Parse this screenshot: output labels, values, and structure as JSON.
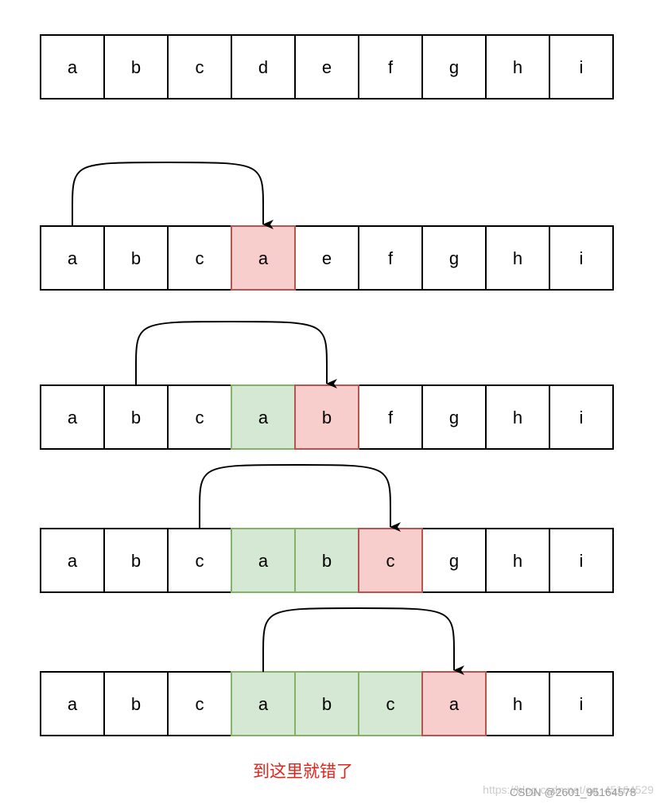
{
  "rows": [
    {
      "cells": [
        {
          "text": "a",
          "state": "normal"
        },
        {
          "text": "b",
          "state": "normal"
        },
        {
          "text": "c",
          "state": "normal"
        },
        {
          "text": "d",
          "state": "normal"
        },
        {
          "text": "e",
          "state": "normal"
        },
        {
          "text": "f",
          "state": "normal"
        },
        {
          "text": "g",
          "state": "normal"
        },
        {
          "text": "h",
          "state": "normal"
        },
        {
          "text": "i",
          "state": "normal"
        }
      ],
      "arrow": null
    },
    {
      "cells": [
        {
          "text": "a",
          "state": "normal"
        },
        {
          "text": "b",
          "state": "normal"
        },
        {
          "text": "c",
          "state": "normal"
        },
        {
          "text": "a",
          "state": "current"
        },
        {
          "text": "e",
          "state": "normal"
        },
        {
          "text": "f",
          "state": "normal"
        },
        {
          "text": "g",
          "state": "normal"
        },
        {
          "text": "h",
          "state": "normal"
        },
        {
          "text": "i",
          "state": "normal"
        }
      ],
      "arrow": {
        "from": 0,
        "to": 3
      }
    },
    {
      "cells": [
        {
          "text": "a",
          "state": "normal"
        },
        {
          "text": "b",
          "state": "normal"
        },
        {
          "text": "c",
          "state": "normal"
        },
        {
          "text": "a",
          "state": "copied"
        },
        {
          "text": "b",
          "state": "current"
        },
        {
          "text": "f",
          "state": "normal"
        },
        {
          "text": "g",
          "state": "normal"
        },
        {
          "text": "h",
          "state": "normal"
        },
        {
          "text": "i",
          "state": "normal"
        }
      ],
      "arrow": {
        "from": 1,
        "to": 4
      }
    },
    {
      "cells": [
        {
          "text": "a",
          "state": "normal"
        },
        {
          "text": "b",
          "state": "normal"
        },
        {
          "text": "c",
          "state": "normal"
        },
        {
          "text": "a",
          "state": "copied"
        },
        {
          "text": "b",
          "state": "copied"
        },
        {
          "text": "c",
          "state": "current"
        },
        {
          "text": "g",
          "state": "normal"
        },
        {
          "text": "h",
          "state": "normal"
        },
        {
          "text": "i",
          "state": "normal"
        }
      ],
      "arrow": {
        "from": 2,
        "to": 5
      }
    },
    {
      "cells": [
        {
          "text": "a",
          "state": "normal"
        },
        {
          "text": "b",
          "state": "normal"
        },
        {
          "text": "c",
          "state": "normal"
        },
        {
          "text": "a",
          "state": "copied"
        },
        {
          "text": "b",
          "state": "copied"
        },
        {
          "text": "c",
          "state": "copied"
        },
        {
          "text": "a",
          "state": "current"
        },
        {
          "text": "h",
          "state": "normal"
        },
        {
          "text": "i",
          "state": "normal"
        }
      ],
      "arrow": {
        "from": 3,
        "to": 6
      }
    }
  ],
  "caption": "到这里就错了",
  "watermark_back": "https://blog.csdn.net/qq_45164529",
  "watermark_front": "CSDN @2601_95164578",
  "colors": {
    "normal_fill": "#ffffff",
    "normal_stroke": "#000000",
    "current_fill": "#f8cecc",
    "current_stroke": "#b85450",
    "copied_fill": "#d5e8d4",
    "copied_stroke": "#82b366",
    "arrow": "#000000",
    "caption": "#e0241b",
    "watermark_back": "#cccccc",
    "watermark_front": "#999999"
  }
}
